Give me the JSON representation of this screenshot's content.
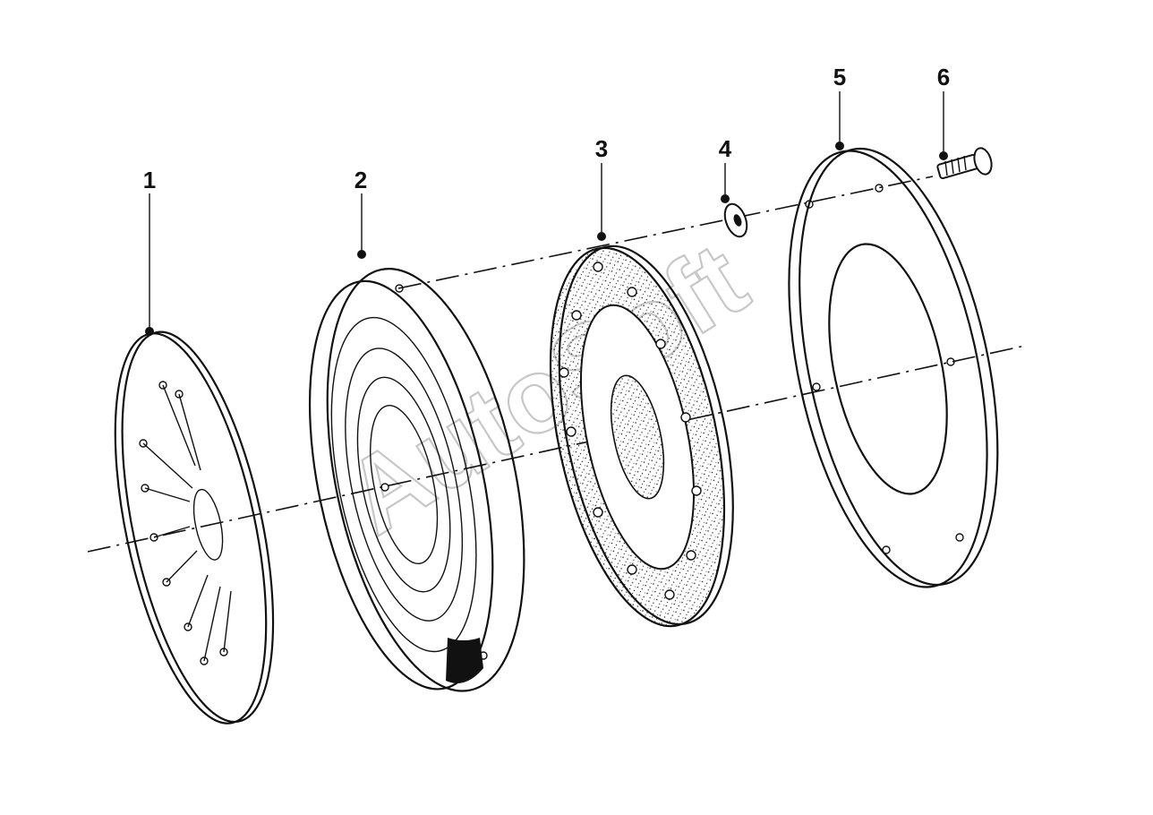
{
  "diagram": {
    "callouts": [
      {
        "id": "1",
        "label": "1"
      },
      {
        "id": "2",
        "label": "2"
      },
      {
        "id": "3",
        "label": "3"
      },
      {
        "id": "4",
        "label": "4"
      },
      {
        "id": "5",
        "label": "5"
      },
      {
        "id": "6",
        "label": "6"
      }
    ],
    "watermark": "AutoSoft",
    "colors": {
      "ink": "#111111",
      "paper": "#ffffff",
      "watermark": "#b5b5b5"
    }
  }
}
